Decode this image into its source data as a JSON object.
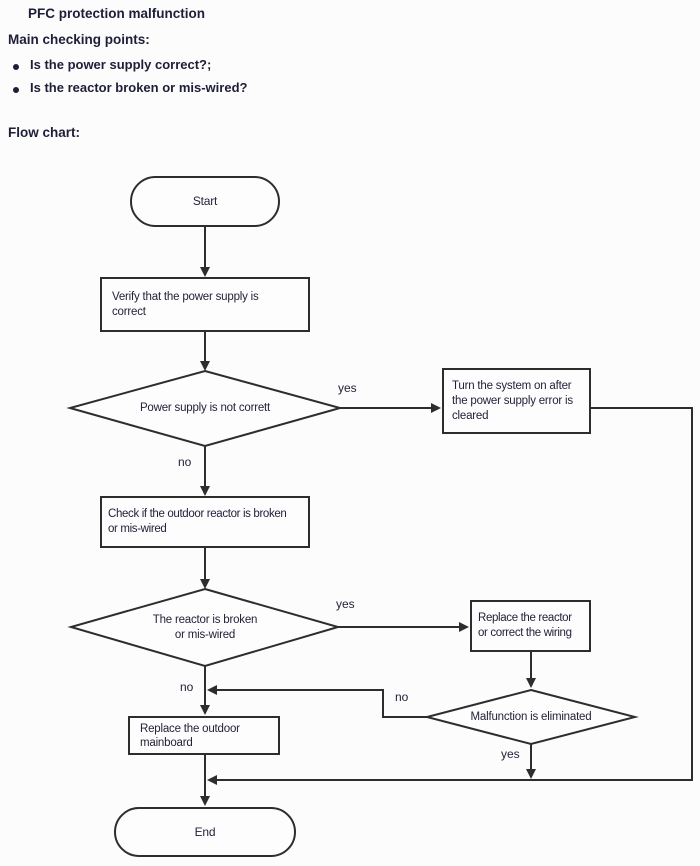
{
  "header": {
    "title": "PFC protection malfunction",
    "checking_heading": "Main checking points:",
    "bullets": [
      "Is the power supply correct?;",
      "Is the reactor broken or mis-wired?"
    ],
    "flow_chart_label": "Flow chart:"
  },
  "flowchart": {
    "start": {
      "label": "Start"
    },
    "verify_box": {
      "lines": [
        "Verify that the power supply is",
        "correct"
      ]
    },
    "power_diamond": {
      "label": "Power supply is not corrett"
    },
    "turn_on_box": {
      "lines": [
        "Turn the system on after",
        "the power supply error is",
        "cleared"
      ]
    },
    "check_box": {
      "lines": [
        "Check if the outdoor reactor is broken",
        "or mis-wired"
      ]
    },
    "reactor_diamond": {
      "lines": [
        "The reactor is broken",
        "or mis-wired"
      ]
    },
    "replace_reactor_box": {
      "lines": [
        "Replace the reactor",
        "or correct the wiring"
      ]
    },
    "malfunction_diamond": {
      "label": "Malfunction is eliminated"
    },
    "replace_mainboard_box": {
      "lines": [
        "Replace the outdoor",
        "mainboard"
      ]
    },
    "end": {
      "label": "End"
    },
    "branch_labels": {
      "power_yes": "yes",
      "power_no": "no",
      "reactor_yes": "yes",
      "reactor_no": "no",
      "malfunction_no": "no",
      "malfunction_yes": "yes"
    }
  },
  "colors": {
    "line": "#2d2d2d",
    "text": "#22223a",
    "background": "#fcfcfc"
  }
}
